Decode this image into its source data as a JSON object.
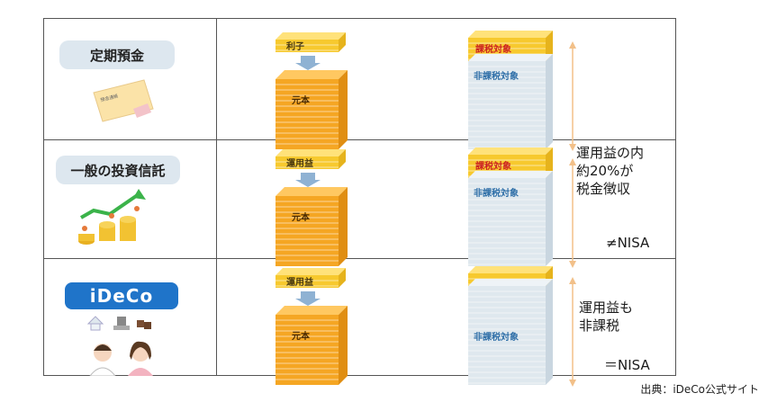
{
  "rows": [
    {
      "category": "定期預金",
      "small_block": "利子",
      "big_block": "元本",
      "taxable": "課税対象",
      "nontaxable": "非課税対象",
      "note_lines": [],
      "nisa": ""
    },
    {
      "category": "一般の投資信託",
      "small_block": "運用益",
      "big_block": "元本",
      "taxable": "課税対象",
      "nontaxable": "非課税対象",
      "note_lines": [
        "運用益の内",
        "約20%が",
        "税金徴収"
      ],
      "nisa": "≠NISA"
    },
    {
      "category": "iDeCo",
      "small_block": "運用益",
      "big_block": "元本",
      "taxable": "",
      "nontaxable": "非課税対象",
      "note_lines": [
        "運用益も",
        "非課税"
      ],
      "nisa": "＝NISA"
    }
  ],
  "bankbook_label": "預金通帳",
  "credit": "出典：iDeCo公式サイト",
  "colors": {
    "orange": "#f5a623",
    "yellow": "#f7c92e",
    "stack": "#dfe8ee",
    "arrow": "#8fb2d3",
    "range": "#f2c089"
  }
}
